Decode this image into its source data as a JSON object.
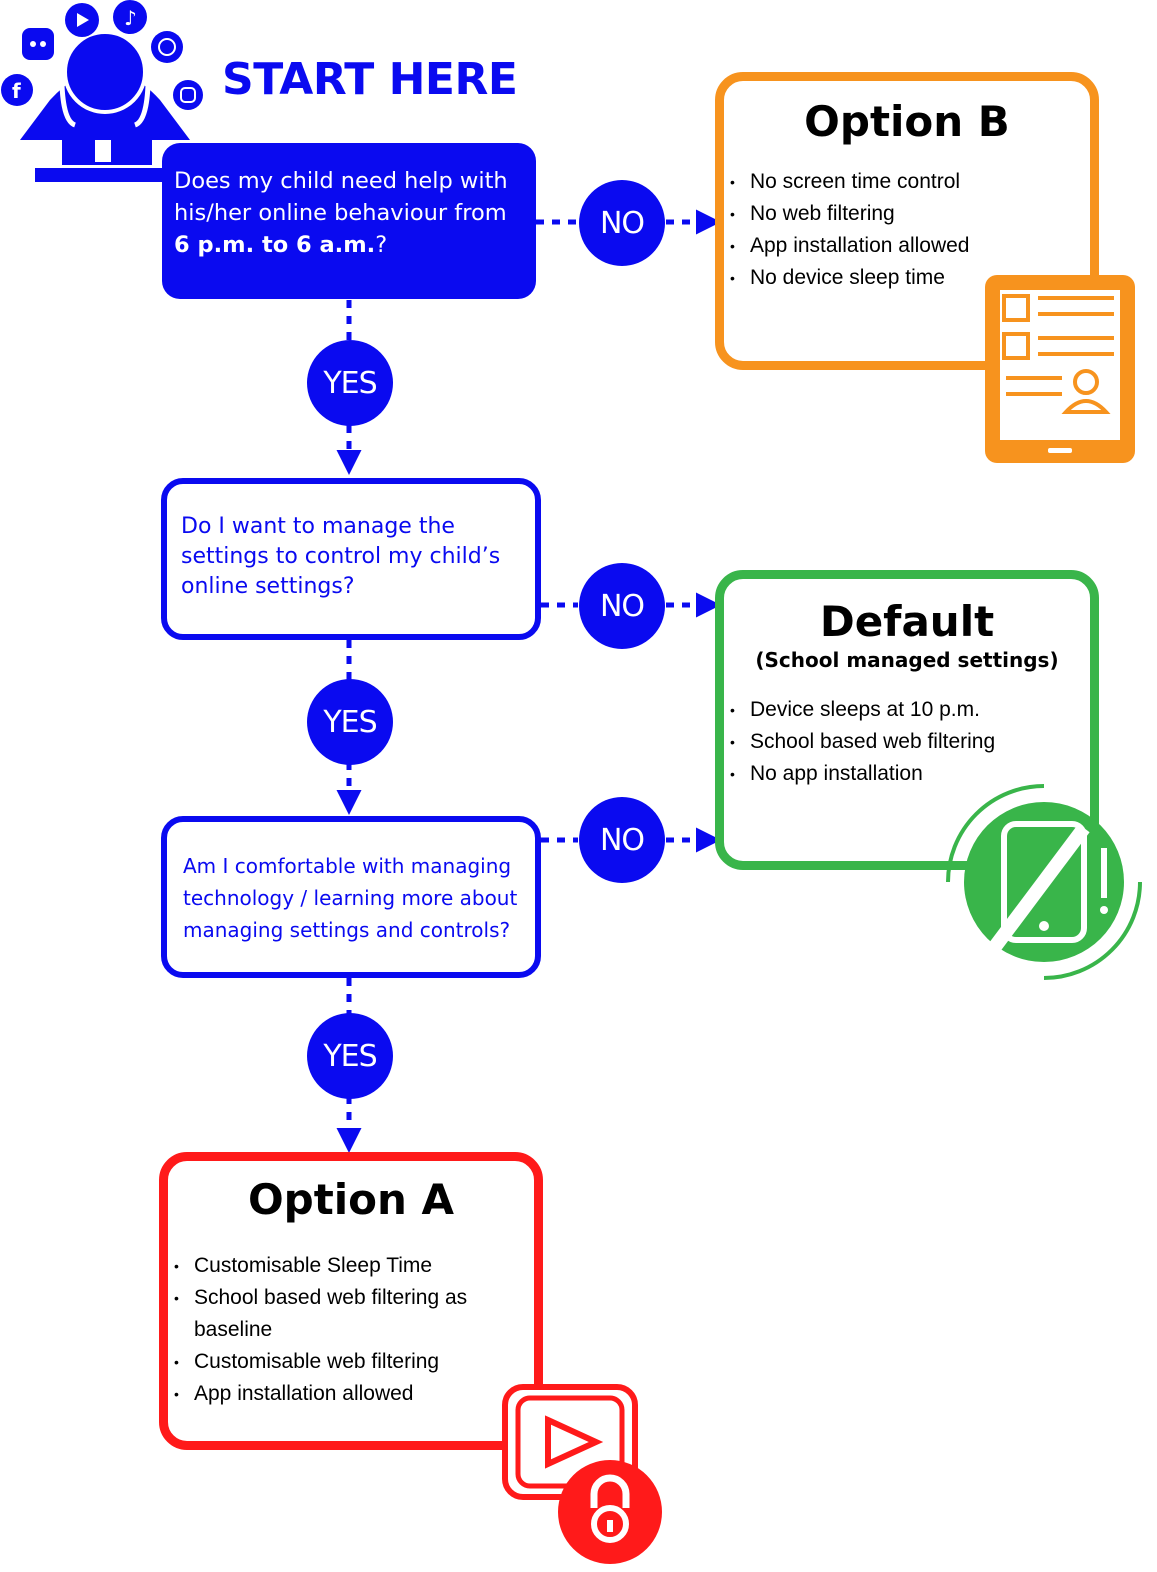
{
  "start": {
    "title": "START HERE"
  },
  "questions": [
    {
      "text_plain": "Does my child need help with his/her online behaviour from",
      "text_bold": "6 p.m. to 6 a.m.",
      "text_end": "?"
    },
    {
      "text": "Do I want to manage the settings to control my child’s online settings?"
    },
    {
      "text": "Am I comfortable with managing technology / learning more about managing settings and controls?"
    }
  ],
  "answers": {
    "yes": "YES",
    "no": "NO"
  },
  "option_b": {
    "title": "Option B",
    "items": [
      "No screen time control",
      "No web filtering",
      "App installation allowed",
      "No device sleep time"
    ]
  },
  "default": {
    "title": "Default",
    "subtitle": "(School managed settings)",
    "items": [
      "Device sleeps at 10 p.m.",
      "School based web filtering",
      "No app installation"
    ]
  },
  "option_a": {
    "title": "Option A",
    "items": [
      "Customisable Sleep Time",
      "School based web filtering as baseline",
      "Customisable web filtering",
      "App installation allowed"
    ]
  },
  "colors": {
    "blue": "#0a0af0",
    "orange": "#f7931e",
    "green": "#39b54a",
    "red": "#ff1a1a"
  },
  "icons": [
    "stressed-person-icon",
    "discord-icon",
    "youtube-icon",
    "tiktok-icon",
    "whatsapp-icon",
    "facebook-icon",
    "instagram-icon",
    "tablet-profile-icon",
    "no-phone-icon",
    "locked-video-icon"
  ]
}
